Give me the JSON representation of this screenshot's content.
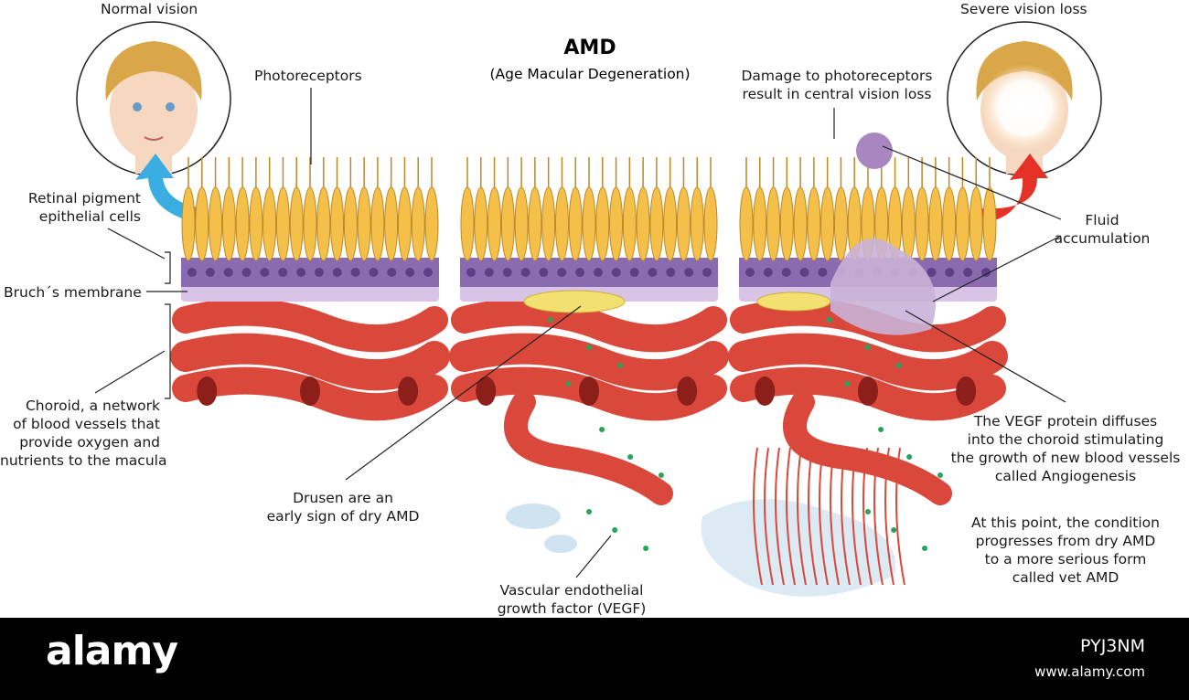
{
  "title": "AMD",
  "subtitle": "(Age Macular Degeneration)",
  "labels": {
    "normal_vision": "Normal vision",
    "severe_vision_loss": "Severe vision loss",
    "photoreceptors": "Photoreceptors",
    "damage": [
      "Damage to photoreceptors",
      "result in central vision loss"
    ],
    "retinal_pigment": [
      "Retinal pigment",
      "epithelial cells"
    ],
    "bruch": "Bruch´s membrane",
    "choroid": [
      "Choroid, a network",
      "of blood vessels that",
      "provide oxygen and",
      "nutrients to the macula"
    ],
    "fluid": [
      "Fluid",
      "accumulation"
    ],
    "drusen": [
      "Drusen are an",
      "early sign of dry AMD"
    ],
    "vegf_factor": [
      "Vascular endothelial",
      "growth factor (VEGF)"
    ],
    "vegf_protein": [
      "The VEGF protein diffuses",
      "into the choroid stimulating",
      "the growth of new blood vessels",
      "called Angiogenesis"
    ],
    "progression": [
      "At this point, the condition",
      "progresses from dry AMD",
      "to a more serious form",
      "called vet AMD"
    ]
  },
  "footer": {
    "logo": "alamy",
    "image_id": "PYJ3NM",
    "site": "www.alamy.com"
  },
  "colors": {
    "photoreceptor": "#f5c04a",
    "rpe": "#8b6bb0",
    "bruch": "#d9c3e6",
    "vessel": "#d9483b",
    "vegf_dot": "#2aa35a",
    "drusen": "#f2e070",
    "fluid": "#c9b2d8",
    "arrow_normal": "#3aaee0",
    "arrow_loss": "#e53228",
    "hair": "#d9a74a",
    "skin": "#f6d7bf"
  }
}
